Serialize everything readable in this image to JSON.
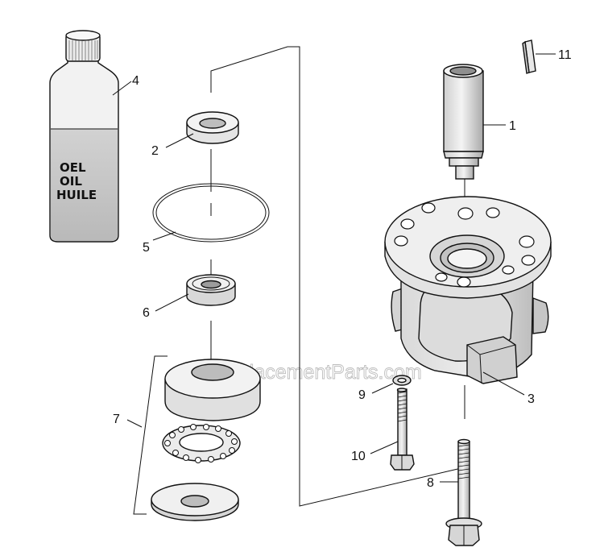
{
  "watermark": "eReplacementParts.com",
  "bottle_label": [
    "OEL",
    "OIL",
    "HUILE"
  ],
  "callouts": [
    {
      "id": "1",
      "part": "guide-sleeve"
    },
    {
      "id": "2",
      "part": "seal-ring"
    },
    {
      "id": "3",
      "part": "housing"
    },
    {
      "id": "4",
      "part": "oil-bottle"
    },
    {
      "id": "5",
      "part": "o-ring"
    },
    {
      "id": "6",
      "part": "ball-bearing"
    },
    {
      "id": "7",
      "part": "thrust-bearing-set"
    },
    {
      "id": "8",
      "part": "flange-bolt"
    },
    {
      "id": "9",
      "part": "washer"
    },
    {
      "id": "10",
      "part": "hex-bolt"
    },
    {
      "id": "11",
      "part": "key"
    }
  ],
  "colors": {
    "line": "#111111",
    "fill_light": "#e6e6e6",
    "fill_mid": "#cfcfcf",
    "fill_dark": "#9a9a9a",
    "oil": "#c4c4c4"
  }
}
